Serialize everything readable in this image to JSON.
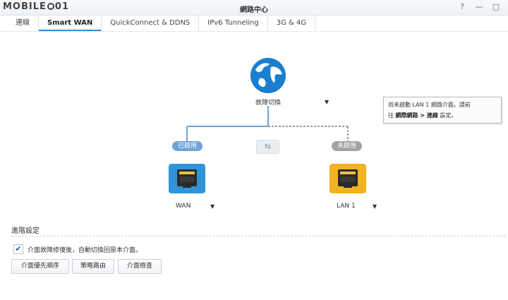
{
  "watermark": {
    "left": "MOBILE",
    "right": "01"
  },
  "window": {
    "title": "網路中心",
    "help_icon": "?",
    "minimize_icon": "—",
    "maximize_icon": "□"
  },
  "tabs": [
    {
      "label": "連線"
    },
    {
      "label": "Smart WAN",
      "active": true
    },
    {
      "label": "QuickConnect & DDNS"
    },
    {
      "label": "IPv6 Tunneling"
    },
    {
      "label": "3G & 4G"
    }
  ],
  "diagram": {
    "failover_label": "故障切換",
    "caret": "▼",
    "wan_badge": "已啟用",
    "lan_badge": "未啟用",
    "swap_icon": "⇆",
    "wan_label": "WAN",
    "lan_label": "LAN 1"
  },
  "tooltip": {
    "line1": "尚未啟動 LAN 1 網路介面。請前",
    "prefix": "往 ",
    "link": "網際網路 > 連線",
    "suffix": " 設定。"
  },
  "advanced": {
    "title": "進階設定",
    "checkbox_mark": "✔",
    "checkbox_label": "介面故障修復後，自動切換回原本介面。",
    "checked": true,
    "buttons": {
      "priority": "介面優先順序",
      "policy": "策略路由",
      "check": "介面檢查"
    }
  },
  "colors": {
    "accent": "#3b8fd8",
    "wan_port": "#2f95d8",
    "lan_port": "#f2b320",
    "line": "#6fa4d8"
  }
}
